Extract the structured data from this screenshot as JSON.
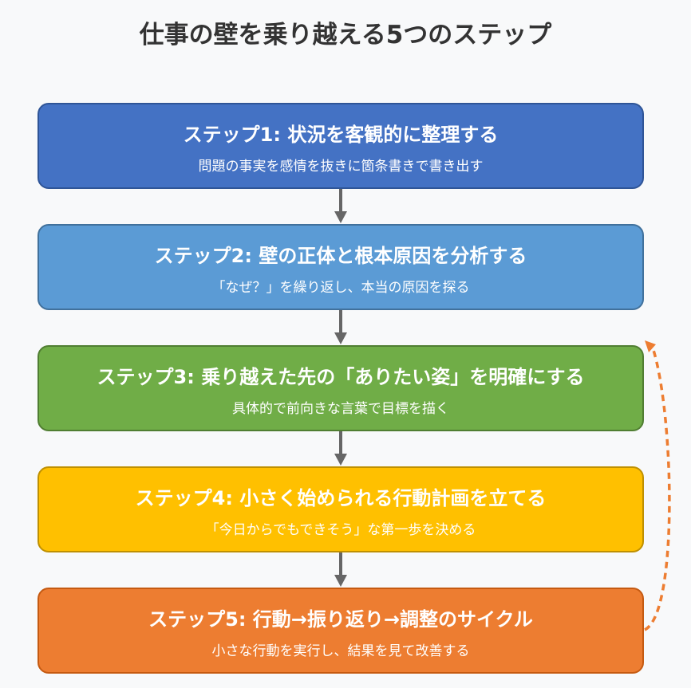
{
  "title": "仕事の壁を乗り越える5つのステップ",
  "steps": [
    {
      "heading": "ステップ1: 状況を客観的に整理する",
      "sub": "問題の事実を感情を抜きに箇条書きで書き出す",
      "color": "#4472c4",
      "border": "#2f5597"
    },
    {
      "heading": "ステップ2: 壁の正体と根本原因を分析する",
      "sub": "「なぜ？」を繰り返し、本当の原因を探る",
      "color": "#5b9bd5",
      "border": "#41719c"
    },
    {
      "heading": "ステップ3: 乗り越えた先の「ありたい姿」を明確にする",
      "sub": "具体的で前向きな言葉で目標を描く",
      "color": "#70ad47",
      "border": "#507e32"
    },
    {
      "heading": "ステップ4: 小さく始められる行動計画を立てる",
      "sub": "「今日からでもできそう」な第一歩を決める",
      "color": "#ffc000",
      "border": "#bf9000"
    },
    {
      "heading": "ステップ5: 行動→振り返り→調整のサイクル",
      "sub": "小さな行動を実行し、結果を見て改善する",
      "color": "#ed7d31",
      "border": "#c55a11"
    }
  ],
  "arrow_color": "#666666",
  "loop_color": "#ed7d31"
}
